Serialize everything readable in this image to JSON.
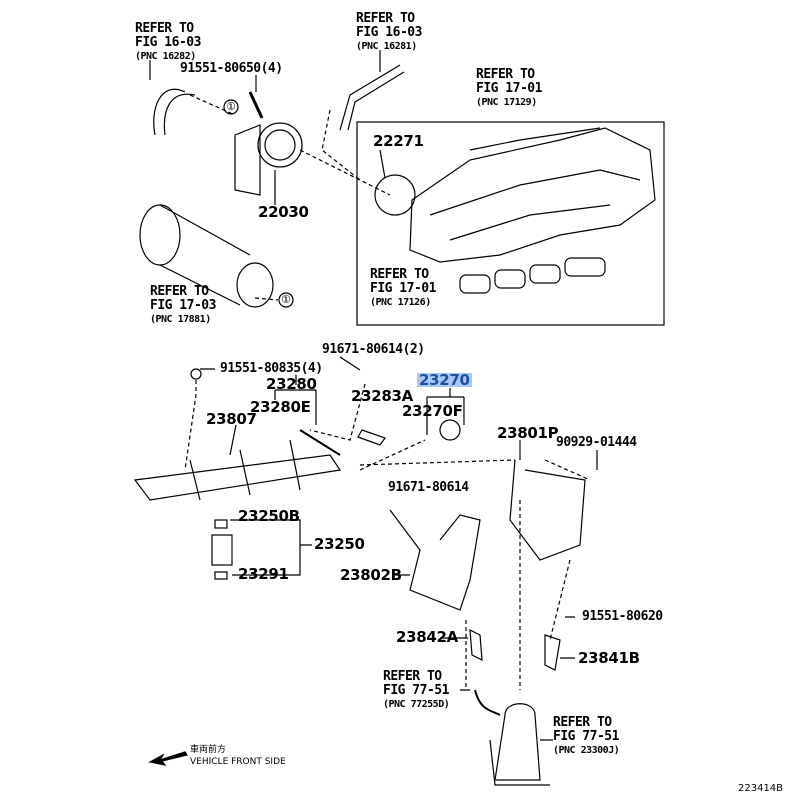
{
  "refs": [
    {
      "line1": "REFER TO",
      "line2": "FIG 16-03",
      "pnc": "(PNC 16282)"
    },
    {
      "line1": "REFER TO",
      "line2": "FIG 16-03",
      "pnc": "(PNC 16281)"
    },
    {
      "line1": "REFER TO",
      "line2": "FIG 17-01",
      "pnc": "(PNC 17129)"
    },
    {
      "line1": "REFER TO",
      "line2": "FIG 17-03",
      "pnc": "(PNC 17881)"
    },
    {
      "line1": "REFER TO",
      "line2": "FIG 17-01",
      "pnc": "(PNC 17126)"
    },
    {
      "line1": "REFER TO",
      "line2": "FIG 77-51",
      "pnc": "(PNC 77255D)"
    },
    {
      "line1": "REFER TO",
      "line2": "FIG 77-51",
      "pnc": "(PNC 23300J)"
    }
  ],
  "parts": {
    "p91551_80650": "91551-80650(4)",
    "p22271": "22271",
    "p22030": "22030",
    "p91671_80614_2": "91671-80614(2)",
    "p91551_80835": "91551-80835(4)",
    "p23280": "23280",
    "p23270": "23270",
    "p23283A": "23283A",
    "p23280E": "23280E",
    "p23270F": "23270F",
    "p23807": "23807",
    "p23801P": "23801P",
    "p90929_01444": "90929-01444",
    "p91671_80614": "91671-80614",
    "p23250B": "23250B",
    "p23250": "23250",
    "p23291": "23291",
    "p23802B": "23802B",
    "p91551_80620": "91551-80620",
    "p23842A": "23842A",
    "p23841B": "23841B"
  },
  "callout_marker": "①",
  "direction": {
    "jp": "車両前方",
    "en": "VEHICLE FRONT SIDE"
  },
  "figure_id": "223414B",
  "highlight_color": "#a9c8f5"
}
